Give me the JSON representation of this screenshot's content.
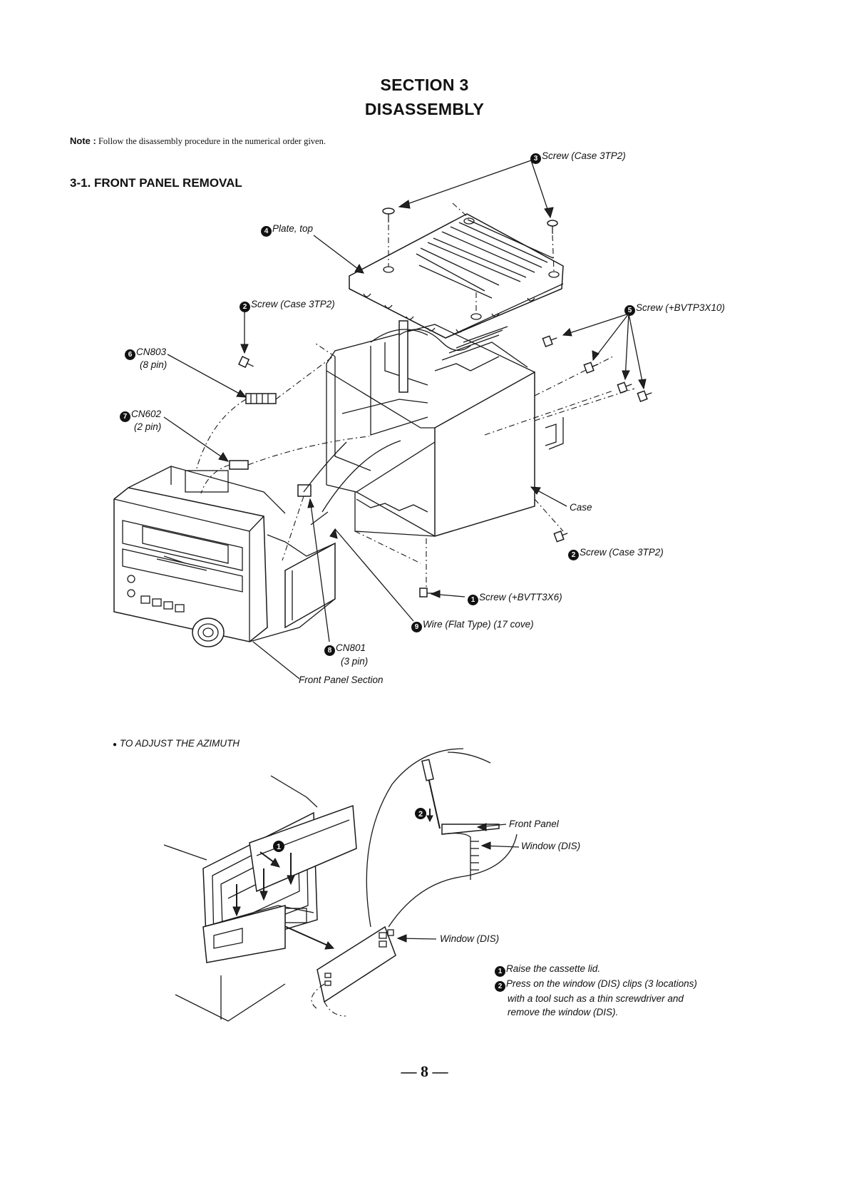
{
  "header": {
    "section": "SECTION 3",
    "title": "DISASSEMBLY"
  },
  "note": {
    "label": "Note :",
    "text": "Follow the disassembly procedure in the numerical order given."
  },
  "subsection": "3-1. FRONT PANEL REMOVAL",
  "callouts": {
    "c3": {
      "num": "3",
      "text": "Screw (Case 3TP2)"
    },
    "c4": {
      "num": "4",
      "text": "Plate, top"
    },
    "c2a": {
      "num": "2",
      "text": "Screw (Case 3TP2)"
    },
    "c5": {
      "num": "5",
      "text": "Screw (+BVTP3X10)"
    },
    "c6": {
      "num": "6",
      "text": "CN803",
      "sub": "(8 pin)"
    },
    "c7": {
      "num": "7",
      "text": "CN602",
      "sub": "(2 pin)"
    },
    "case": "Case",
    "c2b": {
      "num": "2",
      "text": "Screw (Case 3TP2)"
    },
    "c1": {
      "num": "1",
      "text": "Screw (+BVTT3X6)"
    },
    "c9": {
      "num": "9",
      "text": "Wire (Flat Type) (17 cove)"
    },
    "c8": {
      "num": "8",
      "text": "CN801",
      "sub": "(3 pin)"
    },
    "front_panel_section": "Front Panel Section"
  },
  "azimuth": {
    "heading": "TO ADJUST THE AZIMUTH",
    "front_panel": "Front Panel",
    "window_dis_detail": "Window (DIS)",
    "window_dis": "Window (DIS)",
    "step_marker_1": "1",
    "step_marker_2": "2",
    "steps": [
      {
        "num": "1",
        "text": "Raise the cassette lid."
      },
      {
        "num": "2",
        "text": "Press on the window (DIS) clips (3 locations)",
        "cont1": "with a tool such as a thin screwdriver and",
        "cont2": "remove the window (DIS)."
      }
    ]
  },
  "page_number": "— 8 —"
}
